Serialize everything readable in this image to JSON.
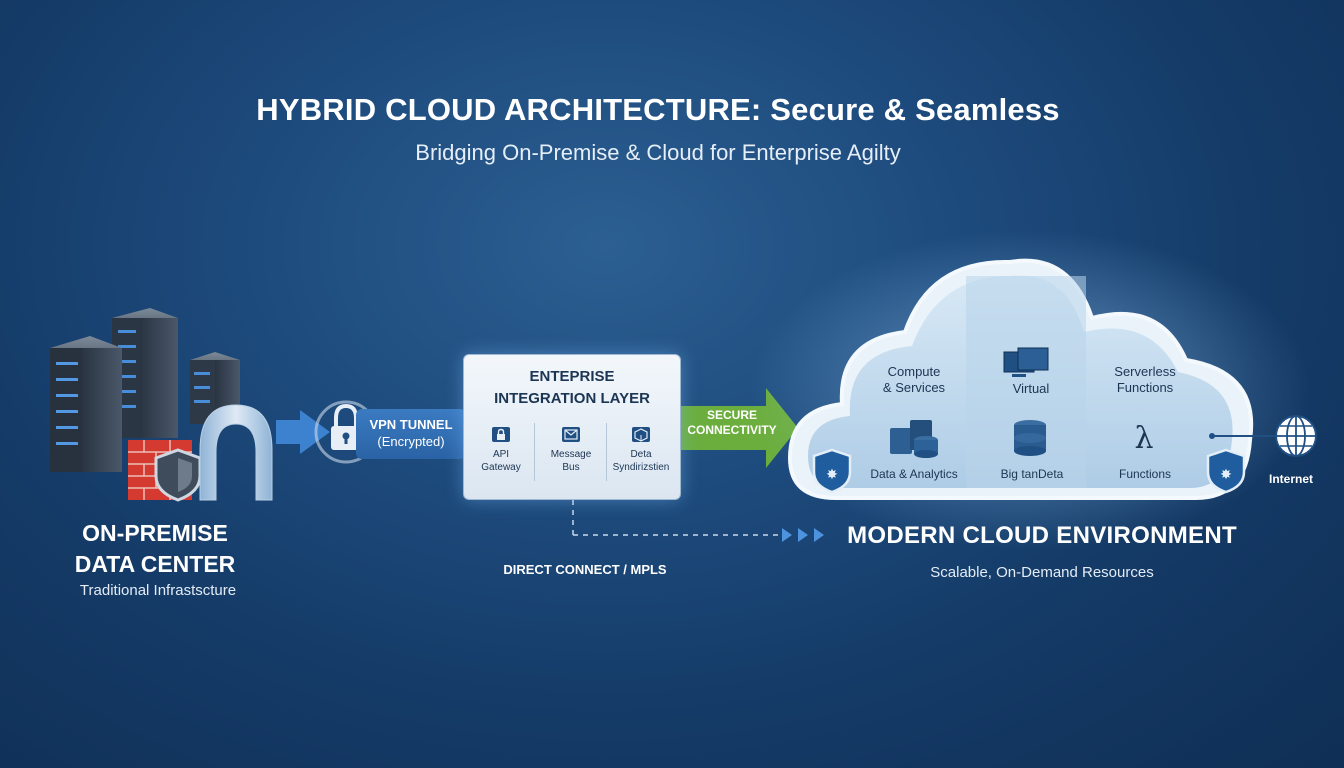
{
  "header": {
    "title": "HYBRID CLOUD ARCHITECTURE: Secure & Seamless",
    "subtitle": "Bridging On-Premise & Cloud for Enterprise Agilty"
  },
  "on_premise": {
    "title_line1": "ON-PREMISE",
    "title_line2": "DATA CENTER",
    "subtitle": "Traditional Infrastscture"
  },
  "vpn": {
    "label_line1": "VPN TUNNEL",
    "label_line2": "(Encrypted)"
  },
  "integration_layer": {
    "title_line1": "ENTEPRISE",
    "title_line2": "INTEGRATION LAYER",
    "components": [
      {
        "line1": "API",
        "line2": "Gateway",
        "icon": "lock-icon"
      },
      {
        "line1": "Message",
        "line2": "Bus",
        "icon": "envelope-icon"
      },
      {
        "line1": "Deta",
        "line2": "Syndirizstien",
        "icon": "cube-icon"
      }
    ]
  },
  "secure_connectivity": {
    "line1": "SECURE",
    "line2": "CONNECTIVITY"
  },
  "direct_connect": "DIRECT CONNECT / MPLS",
  "cloud": {
    "title": "MODERN CLOUD ENVIRONMENT",
    "subtitle": "Scalable, On-Demand Resources",
    "sections": {
      "compute_line1": "Compute",
      "compute_line2": "& Services",
      "data_analytics": "Data & Analytics",
      "virtual": "Virtual",
      "big_data": "Big tanDeta",
      "serverless_line1": "Serverless",
      "serverless_line2": "Functions",
      "functions": "Functions",
      "lambda_symbol": "λ"
    }
  },
  "internet": "Internet",
  "colors": {
    "background": "#1d4a7c",
    "vpn_arrow": "#3f86d4",
    "secure_arrow": "#6cae3e",
    "firewall": "#d93a33",
    "cloud_fill": "#c5dcee"
  }
}
